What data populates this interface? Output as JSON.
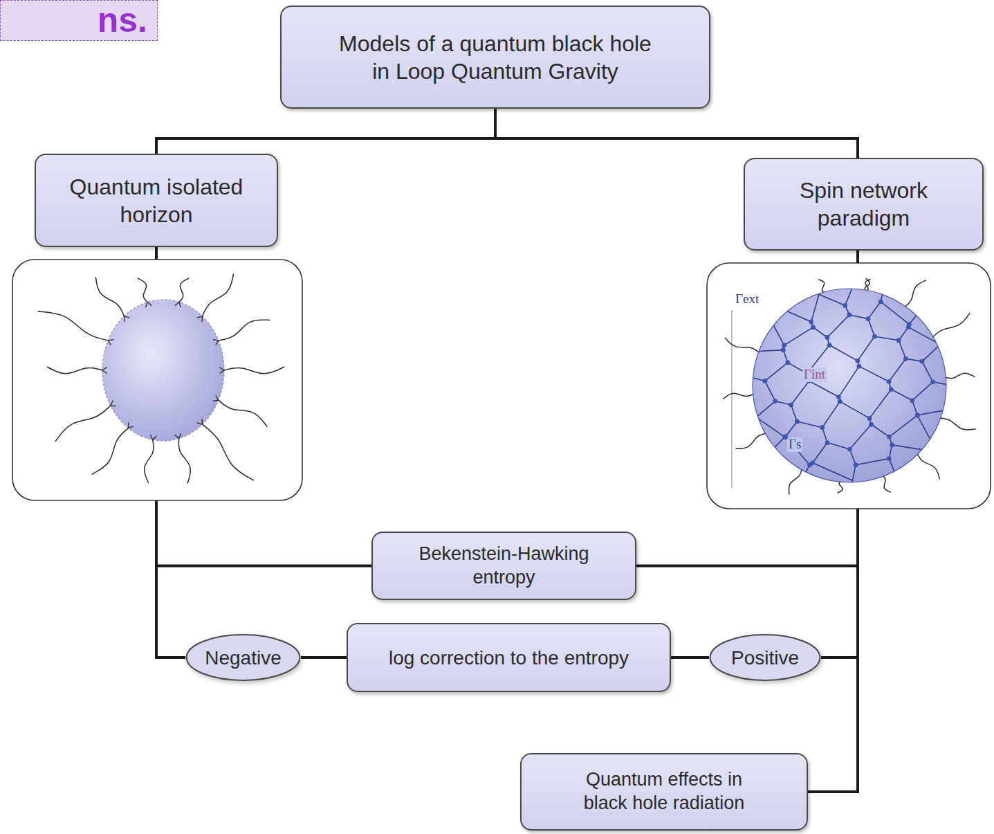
{
  "diagram": {
    "nodes": [
      {
        "text": [
          "ns."
        ]
      },
      {
        "text": [
          "Models of a quantum black hole in Loop Quantum Gravity"
        ]
      },
      {
        "text": [
          "Quantum isolated horizon"
        ]
      },
      {
        "text": [
          "Spin network paradigm"
        ]
      },
      {
        "text": [
          "Bekenstein-Hawking entropy"
        ]
      },
      {
        "text": [
          "Negative"
        ]
      },
      {
        "text": [
          "log correction to the entropy"
        ]
      },
      {
        "text": [
          "Positive"
        ]
      },
      {
        "text": [
          "Quantum effects in black hole radiation"
        ]
      }
    ],
    "edges": [
      {
        "from": 1,
        "to": 2,
        "arrow": "none"
      },
      {
        "from": 1,
        "to": 3,
        "arrow": "none"
      },
      {
        "from": 2,
        "to": 4,
        "arrow": "none"
      },
      {
        "from": 3,
        "to": 4,
        "arrow": "none"
      },
      {
        "from": 2,
        "to": 5,
        "arrow": "none"
      },
      {
        "from": 5,
        "to": 6,
        "arrow": "none"
      },
      {
        "from": 6,
        "to": 7,
        "arrow": "none"
      },
      {
        "from": 3,
        "to": 7,
        "arrow": "none"
      },
      {
        "from": 3,
        "to": 8,
        "arrow": "none"
      }
    ],
    "labels": [
      "Γext",
      "Γint",
      "Γs"
    ]
  }
}
